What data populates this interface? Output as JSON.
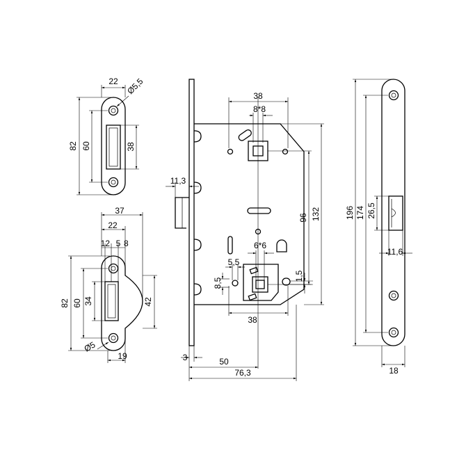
{
  "strike_a": {
    "width": "22",
    "hole_dia": "Ø5,5",
    "height_outer": "82",
    "height_mid": "60",
    "height_slot": "38"
  },
  "strike_b": {
    "width_total": "37",
    "width_plate": "22",
    "d12": "12",
    "d5": "5",
    "d8": "8",
    "height_outer": "82",
    "height_mid": "60",
    "height_slot": "34",
    "height_lip": "42",
    "hole_dia": "Ø5",
    "bottom": "19"
  },
  "lock_body": {
    "top": "38",
    "spindle_sq": "8*8",
    "latch_ext": "11,3",
    "center_dist": "96",
    "height": "132",
    "spindle_sq2": "6*6",
    "d55": "5,5",
    "d85": "8,5",
    "d15": "1,5",
    "bottom_38": "38",
    "faceplate_t": "3",
    "backset": "50",
    "depth": "76,3"
  },
  "faceplate": {
    "len_total": "196",
    "len_holes": "174",
    "latch_h": "26,5",
    "latch_w": "11,6",
    "width": "18"
  }
}
